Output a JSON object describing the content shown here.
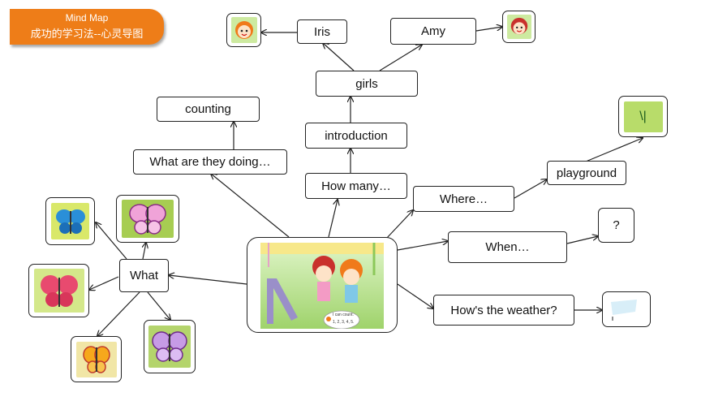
{
  "banner": {
    "line1": "Mind Map",
    "line2": "成功的学习法--心灵导图"
  },
  "nodes": {
    "iris": "Iris",
    "amy": "Amy",
    "girls": "girls",
    "introduction": "introduction",
    "how_many": "How many…",
    "counting": "counting",
    "what_doing": "What are they doing…",
    "where": "Where…",
    "playground": "playground",
    "when": "When…",
    "question": "?",
    "weather": "How's the weather?",
    "what": "What"
  },
  "pictures": {
    "playground_mark": "\\|",
    "scene_speech_title": "I can count.",
    "scene_speech_body": "1, 2, 3, 4, 5."
  },
  "colors": {
    "banner": "#ee7d18",
    "grass": "#9fd36b",
    "slide": "#9a8fc9"
  }
}
